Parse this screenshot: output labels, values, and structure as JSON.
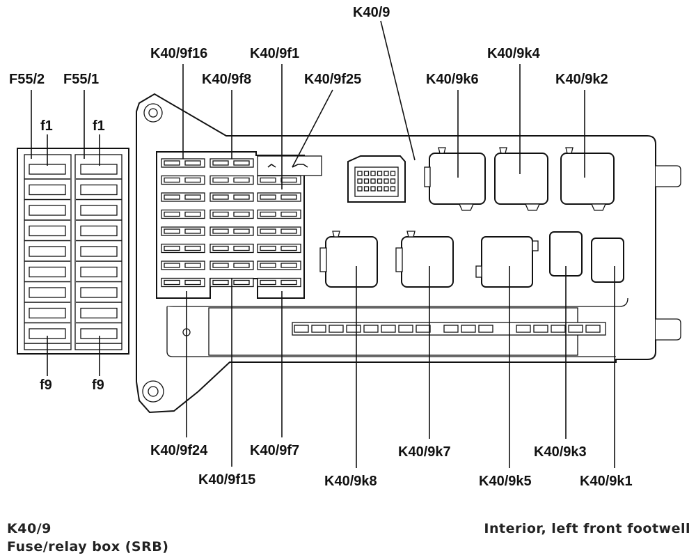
{
  "labels": {
    "k40_9": "K40/9",
    "k40_9f16": "K40/9f16",
    "k40_9f1": "K40/9f1",
    "k40_9k4": "K40/9k4",
    "f55_2": "F55/2",
    "f55_1": "F55/1",
    "k40_9f8": "K40/9f8",
    "k40_9f25": "K40/9f25",
    "k40_9k6": "K40/9k6",
    "k40_9k2": "K40/9k2",
    "f1_left": "f1",
    "f1_right": "f1",
    "f9_left": "f9",
    "f9_right": "f9",
    "k40_9f24": "K40/9f24",
    "k40_9f7": "K40/9f7",
    "k40_9k7": "K40/9k7",
    "k40_9k3": "K40/9k3",
    "k40_9f15": "K40/9f15",
    "k40_9k8": "K40/9k8",
    "k40_9k5": "K40/9k5",
    "k40_9k1": "K40/9k1"
  },
  "footer": {
    "code": "K40/9",
    "description": "Fuse/relay box (SRB)",
    "location": "Interior, left front footwell"
  }
}
